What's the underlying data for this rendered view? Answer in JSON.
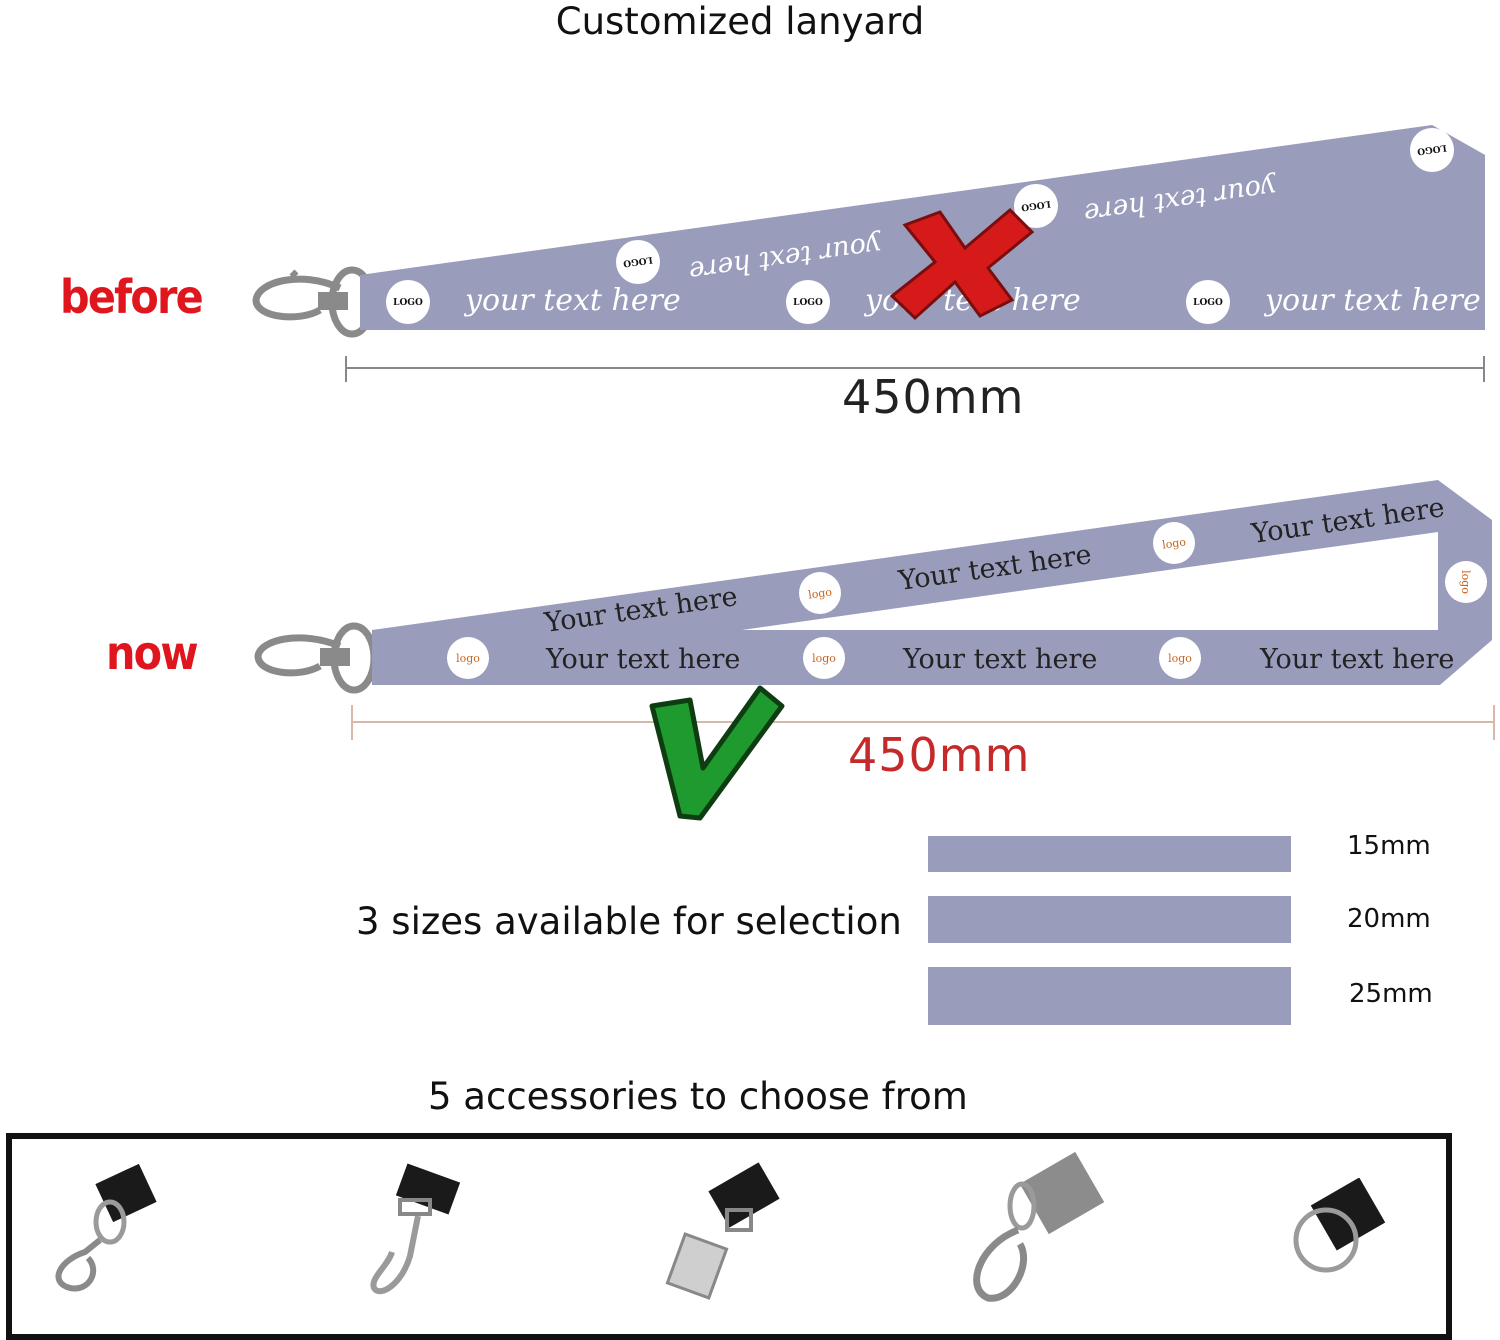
{
  "title": "Customized lanyard",
  "before": {
    "label": "before",
    "dimension": "450mm",
    "strap_color": "#9a9cbb",
    "text_upper": "your text here",
    "text_lower": "your text here",
    "logo_text": "LOGO",
    "mark": "cross"
  },
  "now": {
    "label": "now",
    "dimension": "450mm",
    "strap_color": "#9a9cbb",
    "text_upper": "Your text here",
    "text_lower": "Your text here",
    "logo_text": "logo",
    "mark": "check"
  },
  "sizes": {
    "caption": "3 sizes available for selection",
    "options": [
      {
        "label": "15mm",
        "width_mm": 15
      },
      {
        "label": "20mm",
        "width_mm": 20
      },
      {
        "label": "25mm",
        "width_mm": 25
      }
    ]
  },
  "accessories": {
    "caption": "5 accessories to choose from",
    "items": [
      {
        "name": "lobster-claw-clip-icon"
      },
      {
        "name": "j-hook-icon"
      },
      {
        "name": "badge-clip-icon"
      },
      {
        "name": "swivel-snap-hook-icon"
      },
      {
        "name": "split-ring-icon"
      }
    ]
  }
}
